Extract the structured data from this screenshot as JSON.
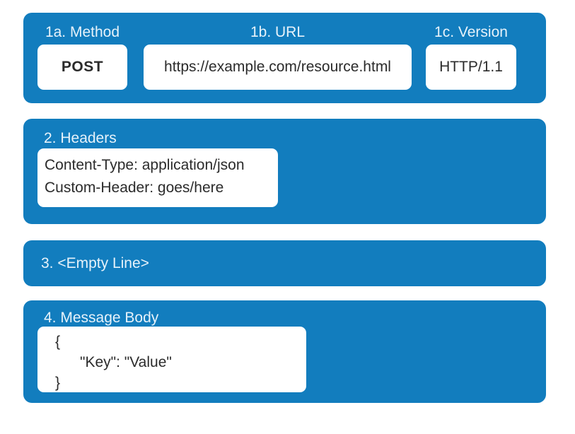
{
  "colors": {
    "box_blue": "#127dbe",
    "label_text": "#e6f2fa",
    "value_text": "#2b2b2b",
    "panel_white": "#ffffff",
    "background": "#ffffff"
  },
  "sections": {
    "request_line": {
      "method": {
        "label": "1a. Method",
        "value": "POST"
      },
      "url": {
        "label": "1b. URL",
        "value": "https://example.com/resource.html"
      },
      "version": {
        "label": "1c. Version",
        "value": "HTTP/1.1"
      }
    },
    "headers": {
      "label": "2. Headers",
      "lines": [
        "Content-Type: application/json",
        "Custom-Header: goes/here"
      ]
    },
    "empty_line": {
      "label": "3. <Empty Line>"
    },
    "message_body": {
      "label": "4. Message Body",
      "code": "{\n      \"Key\": \"Value\"\n}"
    }
  }
}
